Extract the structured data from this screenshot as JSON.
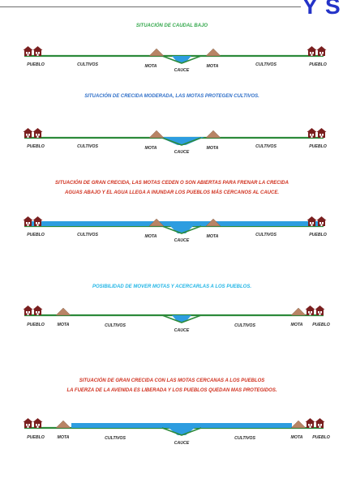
{
  "corner_title": "Y S",
  "colors": {
    "caption_green": "#34a84c",
    "caption_blue": "#2f6fc8",
    "caption_red": "#d0311f",
    "caption_cyan": "#23b6e6",
    "ground": "#2c8a3a",
    "water": "#2d9de0",
    "mota": "#b98465",
    "house": "#7a1f1f"
  },
  "scenarios": [
    {
      "caption_lines": [
        "SITUACIÓN DE CAUDAL BAJO"
      ],
      "caption_color": "#34a84c",
      "labels": {
        "left_village": "PUEBLO",
        "left_fields": "CULTIVOS",
        "left_mota": "MOTA",
        "channel": "CAUCE",
        "right_mota": "MOTA",
        "right_fields": "CULTIVOS",
        "right_village": "PUEBLO"
      }
    },
    {
      "caption_lines": [
        "SITUACIÓN DE CRECIDA MODERADA, LAS MOTAS PROTEGEN CULTIVOS."
      ],
      "caption_color": "#2f6fc8",
      "labels": {
        "left_village": "PUEBLO",
        "left_fields": "CULTIVOS",
        "left_mota": "MOTA",
        "channel": "CAUCE",
        "right_mota": "MOTA",
        "right_fields": "CULTIVOS",
        "right_village": "PUEBLO"
      }
    },
    {
      "caption_lines": [
        "SITUACIÓN DE GRAN CRECIDA, LAS MOTAS CEDEN O SON ABIERTAS PARA FRENAR LA CRECIDA",
        "AGUAS ABAJO Y EL AGUA LLEGA A INUNDAR LOS PUEBLOS MÁS CERCANOS AL CAUCE."
      ],
      "caption_color": "#d0311f",
      "labels": {
        "left_village": "PUEBLO",
        "left_fields": "CULTIVOS",
        "left_mota": "MOTA",
        "channel": "CAUCE",
        "right_mota": "MOTA",
        "right_fields": "CULTIVOS",
        "right_village": "PUEBLO"
      }
    },
    {
      "caption_lines": [
        "POSIBILIDAD DE MOVER MOTAS Y ACERCARLAS A LOS PUEBLOS."
      ],
      "caption_color": "#23b6e6",
      "labels": {
        "left_village": "PUEBLO",
        "left_mota": "MOTA",
        "left_fields": "CULTIVOS",
        "channel": "CAUCE",
        "right_fields": "CULTIVOS",
        "right_mota": "MOTA",
        "right_village": "PUEBLO"
      }
    },
    {
      "caption_lines": [
        "SITUACIÓN DE GRAN CRECIDA CON LAS MOTAS CERCANAS A LOS PUEBLOS",
        "LA FUERZA DE LA AVENIDA ES LIBERADA Y LOS PUEBLOS QUEDAN MAS PROTEGIDOS."
      ],
      "caption_color": "#d0311f",
      "labels": {
        "left_village": "PUEBLO",
        "left_mota": "MOTA",
        "left_fields": "CULTIVOS",
        "channel": "CAUCE",
        "right_fields": "CULTIVOS",
        "right_mota": "MOTA",
        "right_village": "PUEBLO"
      }
    }
  ]
}
